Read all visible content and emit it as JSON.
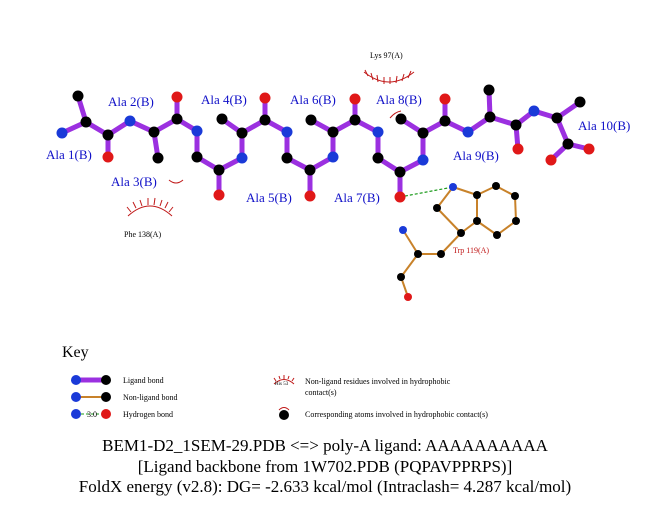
{
  "residues": {
    "ala1": "Ala 1(B)",
    "ala2": "Ala 2(B)",
    "ala3": "Ala 3(B)",
    "ala4": "Ala 4(B)",
    "ala5": "Ala 5(B)",
    "ala6": "Ala 6(B)",
    "ala7": "Ala 7(B)",
    "ala8": "Ala 8(B)",
    "ala9": "Ala 9(B)",
    "ala10": "Ala 10(B)",
    "trp119": "Trp 119(A)",
    "lys97": "Lys 97(A)",
    "phe138": "Phe 138(A)"
  },
  "key": {
    "title": "Key",
    "ligand_bond": "Ligand bond",
    "nonligand_bond": "Non-ligand bond",
    "hydrogen_bond": "Hydrogen bond",
    "his_example": "His 53",
    "nonligand_residues_line1": "Non-ligand residues involved in hydrophobic",
    "nonligand_residues_line2": "contact(s)",
    "corresponding_atoms": "Corresponding atoms involved in hydrophobic contact(s)",
    "hbond_distance": "3.0"
  },
  "caption": {
    "line1": "BEM1-D2_1SEM-29.PDB <=> poly-A ligand: AAAAAAAAAA",
    "line2": "[Ligand backbone from 1W702.PDB (PQPAVPPRPS)]",
    "line3": "FoldX energy (v2.8): DG= -2.633 kcal/mol (Intraclash= 4.287 kcal/mol)"
  },
  "colors": {
    "ligand_bond": "#9b30e0",
    "nonligand_bond": "#c8822a",
    "hydrogen_bond": "#1a9a1a",
    "carbon": "#000000",
    "nitrogen": "#1a3ad8",
    "oxygen": "#e01818",
    "residue_label": "#1010c8",
    "contact_label": "#c01818"
  }
}
